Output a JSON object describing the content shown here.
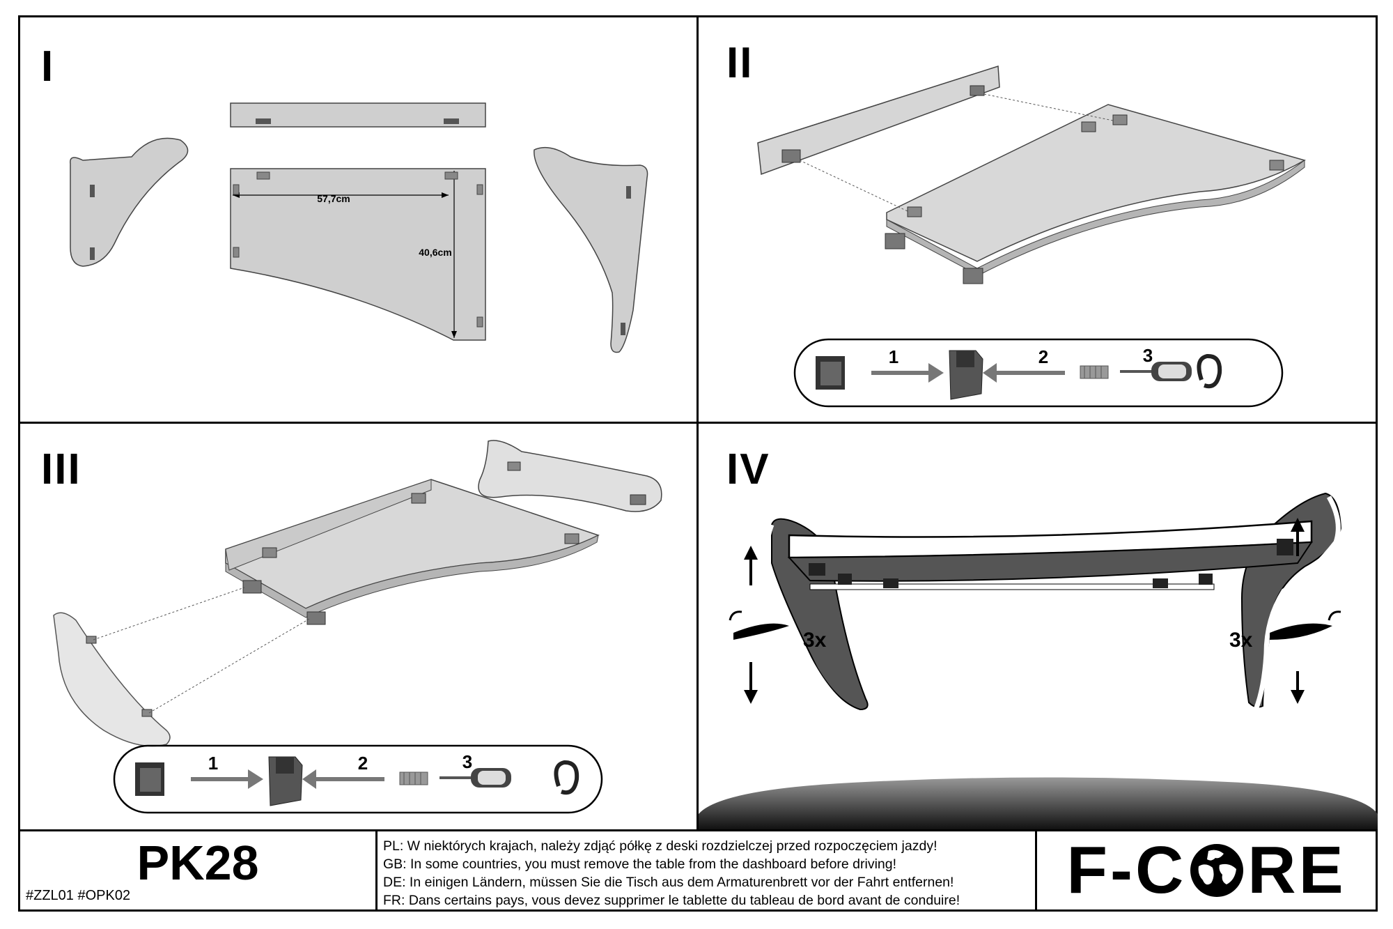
{
  "panels": [
    {
      "id": "I",
      "label": "I"
    },
    {
      "id": "II",
      "label": "II"
    },
    {
      "id": "III",
      "label": "III"
    },
    {
      "id": "IV",
      "label": "IV"
    }
  ],
  "dimensions": {
    "width": "57,7cm",
    "height": "40,6cm"
  },
  "steps": {
    "one": "1",
    "two": "2",
    "three": "3"
  },
  "repeat": {
    "left": "3x",
    "right": "3x"
  },
  "footer": {
    "model": "PK28",
    "codes": "#ZZL01  #OPK02",
    "warnings": [
      "PL: W niektórych krajach, należy zdjąć półkę z deski rozdzielczej przed rozpoczęciem jazdy!",
      "GB: In some countries, you must remove the table from the dashboard before driving!",
      "DE: In einigen Ländern, müssen Sie die Tisch aus dem Armaturenbrett vor der Fahrt entfernen!",
      "FR: Dans certains pays, vous devez supprimer le tablette du tableau de bord avant de conduire!"
    ],
    "brand_prefix": "F-C",
    "brand_suffix": "RE"
  }
}
